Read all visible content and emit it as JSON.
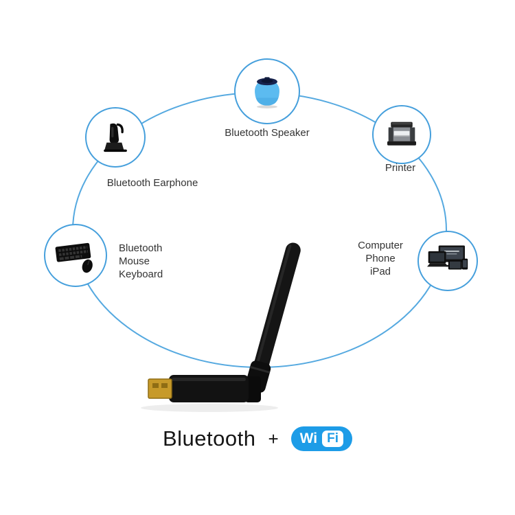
{
  "diagram": {
    "nodes": {
      "speaker": {
        "label": "Bluetooth Speaker"
      },
      "earphone": {
        "label": "Bluetooth Earphone"
      },
      "printer": {
        "label": "Printer"
      },
      "keyboard": {
        "lines": [
          "Bluetooth",
          "Mouse",
          "Keyboard"
        ]
      },
      "devices": {
        "lines": [
          "Computer",
          "Phone",
          "iPad"
        ]
      }
    }
  },
  "caption": {
    "bluetooth": "Bluetooth",
    "plus": "+",
    "wifi": {
      "wi": "Wi",
      "fi": "Fi"
    }
  },
  "colors": {
    "ring_blue": "#459fdc",
    "wifi_badge_blue": "#1d9ce7",
    "speaker_blue": "#4fb0e8",
    "usb_gold": "#c79a2a",
    "label_text": "#333333",
    "caption_text": "#151515"
  }
}
